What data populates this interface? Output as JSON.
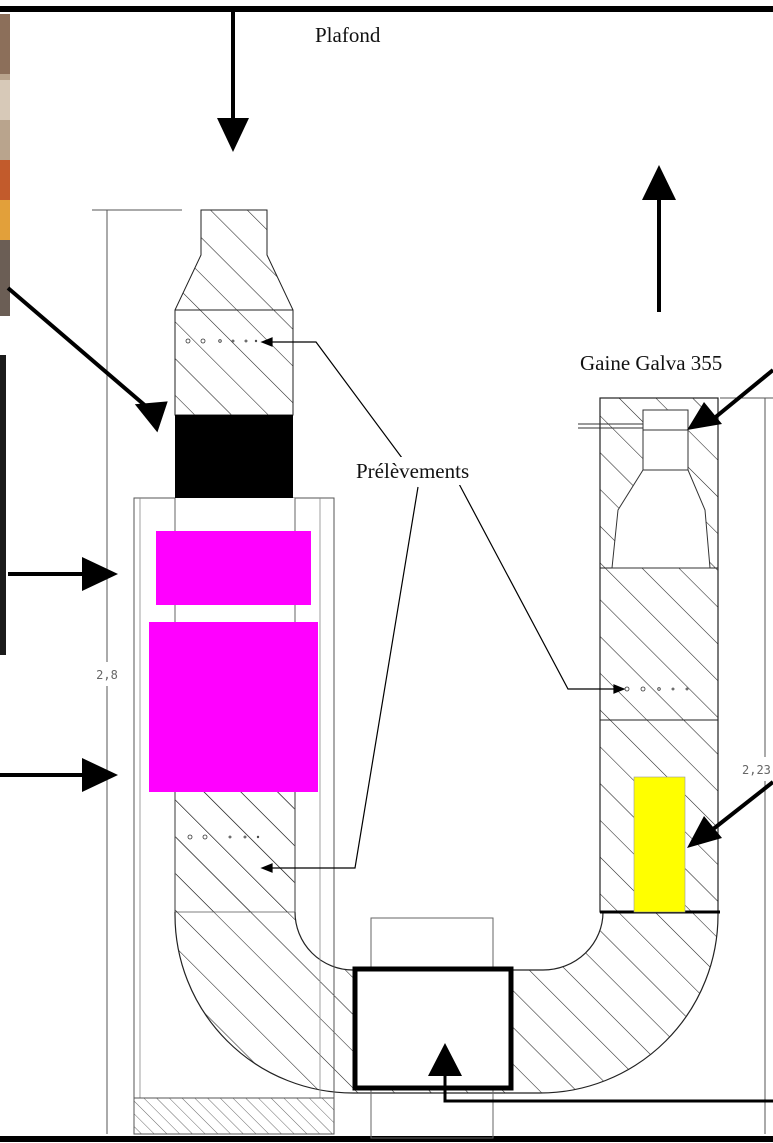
{
  "labels": {
    "ceiling": "Plafond",
    "duct": "Gaine Galva 355",
    "sampling": "Prélèvements"
  },
  "dimensions": {
    "left_height": "2,8",
    "right_height": "2,23"
  },
  "colors": {
    "filter_black": "#000000",
    "magenta": "#ff00ff",
    "yellow": "#ffff00",
    "line": "#111111",
    "hatch": "#222222"
  }
}
